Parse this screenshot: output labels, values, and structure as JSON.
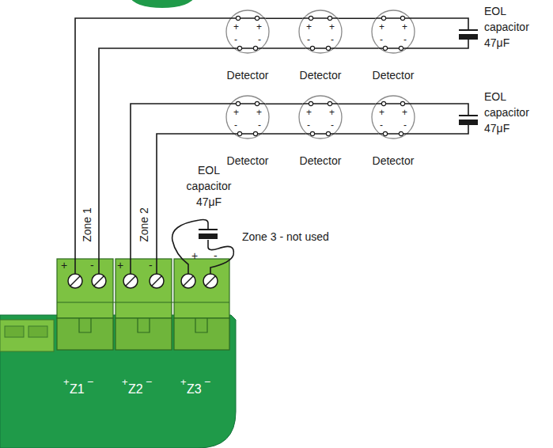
{
  "diagram": {
    "nodes": [
      {
        "text": [
          "+",
          "+",
          "-",
          "-",
          "Detector"
        ]
      },
      {
        "text": [
          "+",
          "+",
          "-",
          "-",
          "Detector"
        ]
      },
      {
        "text": [
          "+",
          "+",
          "-",
          "-",
          "Detector"
        ]
      },
      {
        "text": [
          "+",
          "+",
          "-",
          "-",
          "Detector"
        ]
      },
      {
        "text": [
          "+",
          "+",
          "-",
          "-",
          "Detector"
        ]
      },
      {
        "text": [
          "+",
          "+",
          "-",
          "-",
          "Detector"
        ]
      }
    ],
    "edges": [
      {
        "from": 0,
        "to": 1,
        "arrow": "none"
      },
      {
        "from": 0,
        "to": 1,
        "arrow": "none"
      },
      {
        "from": 1,
        "to": 2,
        "arrow": "none"
      },
      {
        "from": 1,
        "to": 2,
        "arrow": "none"
      },
      {
        "from": 3,
        "to": 4,
        "arrow": "none"
      },
      {
        "from": 3,
        "to": 4,
        "arrow": "none"
      },
      {
        "from": 4,
        "to": 5,
        "arrow": "none"
      },
      {
        "from": 4,
        "to": 5,
        "arrow": "none"
      }
    ],
    "labels": [
      "EOL capacitor 47μF",
      "EOL capacitor 47μF",
      "EOL capacitor 47μF",
      "Zone 3 - not used",
      "Zone 1",
      "+",
      "-",
      "Zone 2",
      "+",
      "-",
      "+",
      "-",
      "+",
      "Z1",
      "−",
      "+",
      "Z2",
      "−",
      "+",
      "Z3",
      "−"
    ]
  }
}
